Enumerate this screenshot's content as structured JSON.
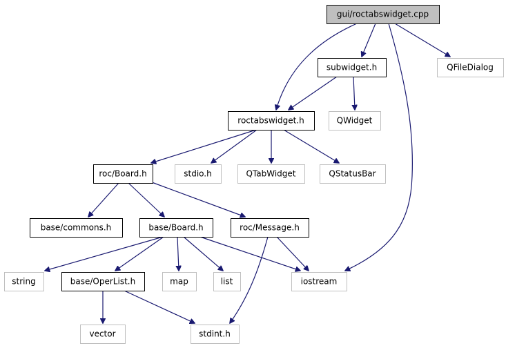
{
  "diagram": {
    "type": "include-dependency-graph",
    "nodes": [
      {
        "id": "gui_roctabswidget_cpp",
        "label": "gui/roctabswidget.cpp",
        "kind": "root"
      },
      {
        "id": "subwidget_h",
        "label": "subwidget.h",
        "kind": "documented"
      },
      {
        "id": "QFileDialog",
        "label": "QFileDialog",
        "kind": "external"
      },
      {
        "id": "roctabswidget_h",
        "label": "roctabswidget.h",
        "kind": "documented"
      },
      {
        "id": "QWidget",
        "label": "QWidget",
        "kind": "external"
      },
      {
        "id": "roc_Board_h",
        "label": "roc/Board.h",
        "kind": "documented"
      },
      {
        "id": "stdio_h",
        "label": "stdio.h",
        "kind": "external"
      },
      {
        "id": "QTabWidget",
        "label": "QTabWidget",
        "kind": "external"
      },
      {
        "id": "QStatusBar",
        "label": "QStatusBar",
        "kind": "external"
      },
      {
        "id": "base_commons_h",
        "label": "base/commons.h",
        "kind": "documented"
      },
      {
        "id": "base_Board_h",
        "label": "base/Board.h",
        "kind": "documented"
      },
      {
        "id": "roc_Message_h",
        "label": "roc/Message.h",
        "kind": "documented"
      },
      {
        "id": "string",
        "label": "string",
        "kind": "external"
      },
      {
        "id": "base_OperList_h",
        "label": "base/OperList.h",
        "kind": "documented"
      },
      {
        "id": "map",
        "label": "map",
        "kind": "external"
      },
      {
        "id": "list",
        "label": "list",
        "kind": "external"
      },
      {
        "id": "iostream",
        "label": "iostream",
        "kind": "external"
      },
      {
        "id": "vector",
        "label": "vector",
        "kind": "external"
      },
      {
        "id": "stdint_h",
        "label": "stdint.h",
        "kind": "external"
      }
    ],
    "edges": [
      {
        "from": "gui_roctabswidget_cpp",
        "to": "roctabswidget_h"
      },
      {
        "from": "gui_roctabswidget_cpp",
        "to": "subwidget_h"
      },
      {
        "from": "gui_roctabswidget_cpp",
        "to": "QFileDialog"
      },
      {
        "from": "gui_roctabswidget_cpp",
        "to": "iostream"
      },
      {
        "from": "subwidget_h",
        "to": "roctabswidget_h"
      },
      {
        "from": "subwidget_h",
        "to": "QWidget"
      },
      {
        "from": "roctabswidget_h",
        "to": "roc_Board_h"
      },
      {
        "from": "roctabswidget_h",
        "to": "stdio_h"
      },
      {
        "from": "roctabswidget_h",
        "to": "QTabWidget"
      },
      {
        "from": "roctabswidget_h",
        "to": "QStatusBar"
      },
      {
        "from": "roc_Board_h",
        "to": "base_commons_h"
      },
      {
        "from": "roc_Board_h",
        "to": "base_Board_h"
      },
      {
        "from": "roc_Board_h",
        "to": "roc_Message_h"
      },
      {
        "from": "base_Board_h",
        "to": "string"
      },
      {
        "from": "base_Board_h",
        "to": "base_OperList_h"
      },
      {
        "from": "base_Board_h",
        "to": "map"
      },
      {
        "from": "base_Board_h",
        "to": "list"
      },
      {
        "from": "base_Board_h",
        "to": "iostream"
      },
      {
        "from": "roc_Message_h",
        "to": "iostream"
      },
      {
        "from": "roc_Message_h",
        "to": "stdint_h"
      },
      {
        "from": "base_OperList_h",
        "to": "vector"
      },
      {
        "from": "base_OperList_h",
        "to": "stdint_h"
      }
    ]
  },
  "colors": {
    "edge": "#191970",
    "root_fill": "#bfbfbf",
    "root_border": "#000000",
    "documented_border": "#000000",
    "external_border": "#bfbfbf",
    "external_text": "#7f7f7f",
    "text": "#000000"
  }
}
